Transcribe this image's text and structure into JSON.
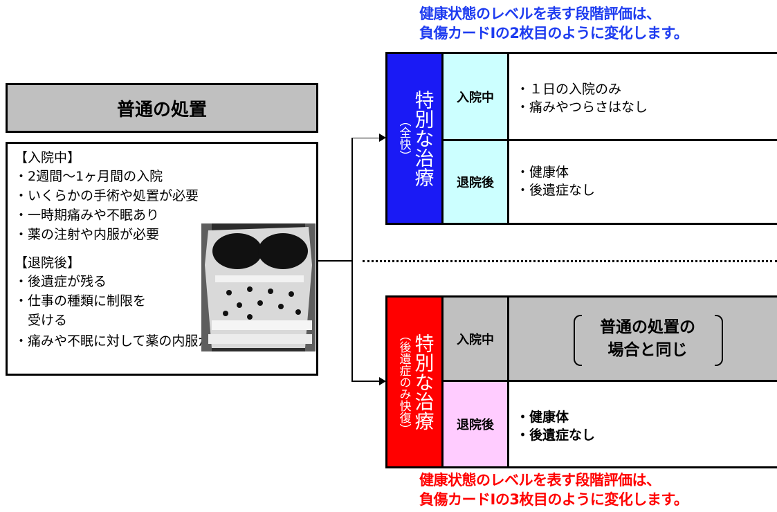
{
  "captions": {
    "top_line1": "健康状態のレベルを表す段階評価は、",
    "top_line2": "負傷カードⅠの2枚目のように変化します。",
    "bottom_line1": "健康状態のレベルを表す段階評価は、",
    "bottom_line2": "負傷カードⅠの3枚目のように変化します。"
  },
  "ordinary": {
    "title": "普通の処置",
    "hospital_heading": "【入院中】",
    "hospital_items": [
      "・2週間～1ヶ月間の入院",
      "・いくらかの手術や処置が必要",
      "・一時期痛みや不眠あり",
      "・薬の注射や内服が必要"
    ],
    "after_heading": "【退院後】",
    "after_items": [
      "・後遺症が残る",
      "・仕事の種類に制限を",
      "　受ける",
      "・痛みや不眠に対して薬の内服が必要"
    ]
  },
  "special_full": {
    "title": "特別な治療",
    "subtitle": "（全快）",
    "row1_label": "入院中",
    "row1_items": [
      "・１日の入院のみ",
      "・痛みやつらさはなし"
    ],
    "row2_label": "退院後",
    "row2_items": [
      "・健康体",
      "・後遺症なし"
    ],
    "colors": {
      "header": "#1a1af5",
      "label_bg": "#ccffff"
    }
  },
  "special_partial": {
    "title": "特別な治療",
    "subtitle": "（後遺症のみ快復）",
    "row1_label": "入院中",
    "row1_content_line1": "普通の処置の",
    "row1_content_line2": "場合と同じ",
    "row2_label": "退院後",
    "row2_items": [
      "・健康体",
      "・後遺症なし"
    ],
    "colors": {
      "header": "#ff0000",
      "label_bg_top": "#c0c0c0",
      "label_bg_bottom": "#ffccff",
      "content_bg": "#c0c0c0"
    }
  },
  "icons": {
    "arrow": "arrow-right-icon",
    "photo": "rib-brace-photo"
  }
}
